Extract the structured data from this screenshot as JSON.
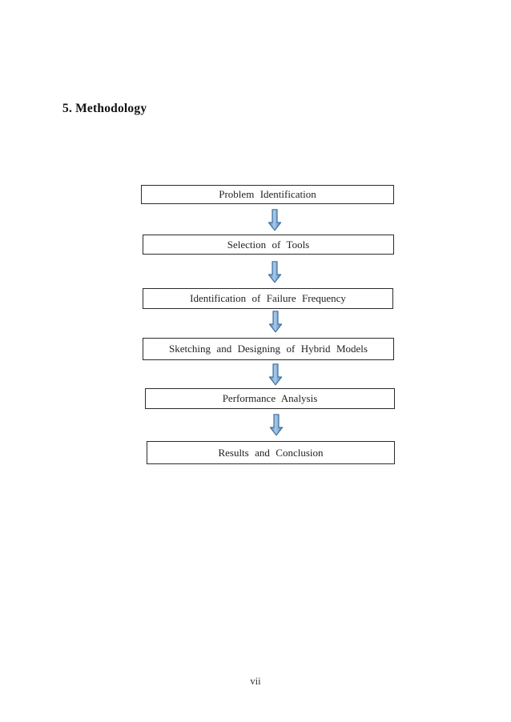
{
  "page": {
    "heading": "5. Methodology",
    "page_number": "vii"
  },
  "flowchart": {
    "steps": [
      {
        "label": "Problem Identification"
      },
      {
        "label": "Selection of Tools"
      },
      {
        "label": "Identification of Failure Frequency"
      },
      {
        "label": "Sketching and Designing of Hybrid Models"
      },
      {
        "label": "Performance Analysis"
      },
      {
        "label": "Results and Conclusion"
      }
    ],
    "arrow_fill_color": "#5b9bd5",
    "arrow_highlight_color": "#a9c9e8",
    "arrow_border_color": "#41719c",
    "box_border_color": "#2b2b2b"
  }
}
